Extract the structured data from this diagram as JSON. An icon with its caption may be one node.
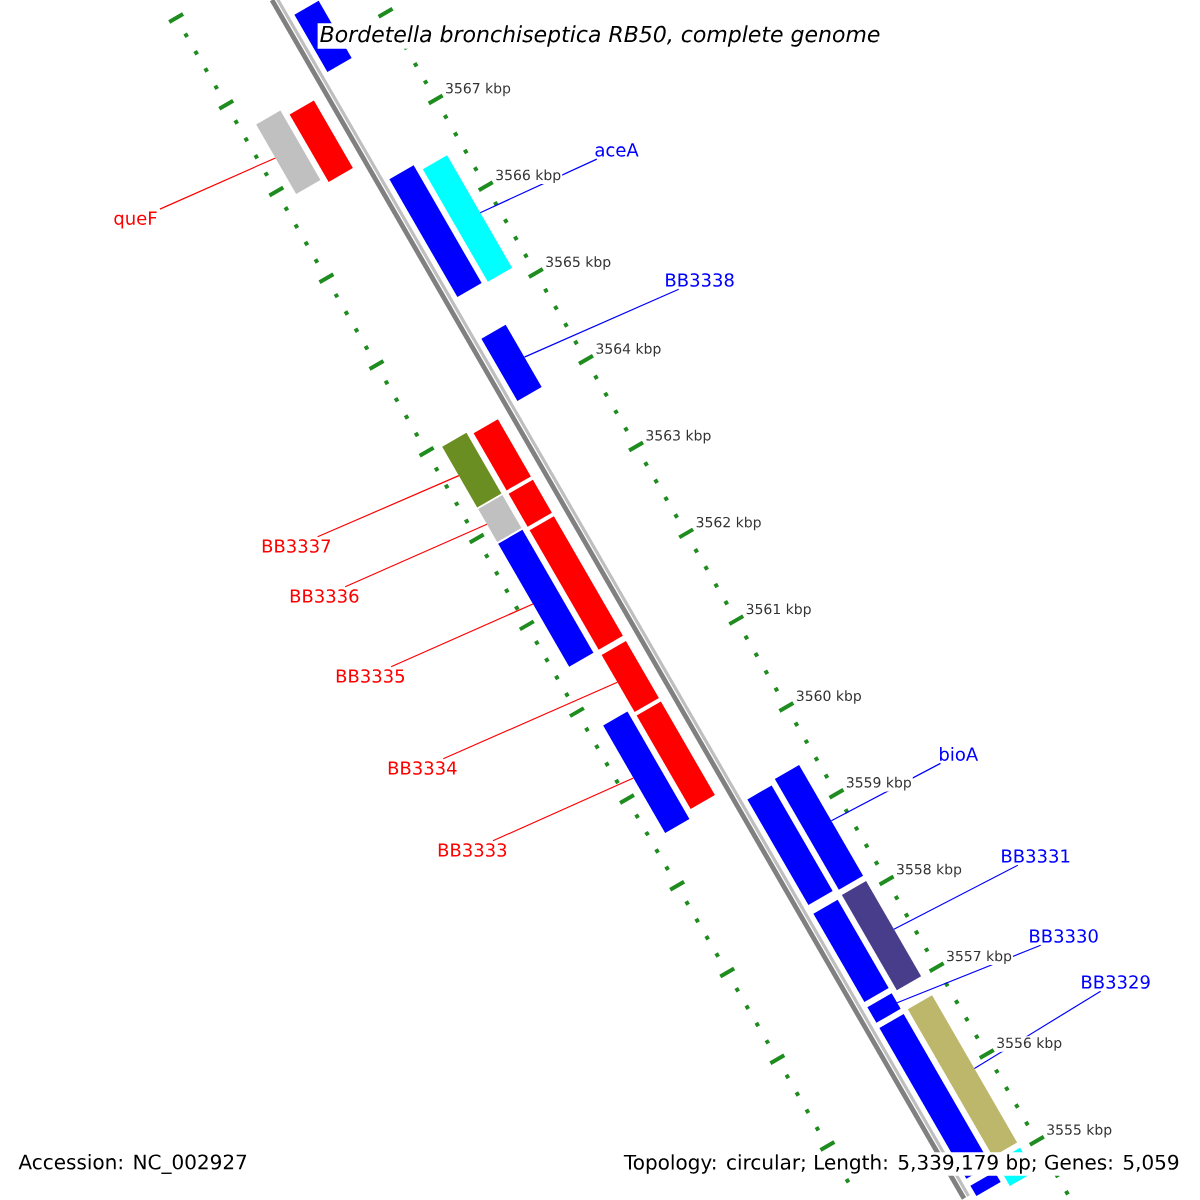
{
  "diagram": {
    "title": "Bordetella bronchiseptica RB50, complete genome",
    "nodes": [
      {
        "text": [
          "queF"
        ]
      },
      {
        "text": [],
        "shape": "bar"
      },
      {
        "text": [
          "aceA"
        ]
      },
      {
        "text": [],
        "shape": "bar"
      },
      {
        "text": [
          "BB3338"
        ]
      },
      {
        "text": [],
        "shape": "bar"
      },
      {
        "text": [
          "BB3337"
        ]
      },
      {
        "text": [],
        "shape": "bar"
      },
      {
        "text": [
          "BB3336"
        ]
      },
      {
        "text": [],
        "shape": "bar"
      },
      {
        "text": [
          "BB3335"
        ]
      },
      {
        "text": [],
        "shape": "bar"
      },
      {
        "text": [
          "BB3334"
        ]
      },
      {
        "text": [],
        "shape": "bar"
      },
      {
        "text": [
          "BB3333"
        ]
      },
      {
        "text": [],
        "shape": "bar"
      },
      {
        "text": [
          "bioA"
        ]
      },
      {
        "text": [],
        "shape": "bar"
      },
      {
        "text": [
          "BB3331"
        ]
      },
      {
        "text": [],
        "shape": "bar"
      },
      {
        "text": [
          "BB3330"
        ]
      },
      {
        "text": [],
        "shape": "bar"
      },
      {
        "text": [
          "BB3329"
        ]
      },
      {
        "text": [],
        "shape": "bar"
      },
      {
        "text": [],
        "shape": "bar"
      },
      {
        "text": [],
        "shape": "bar"
      },
      {
        "text": [],
        "shape": "bar"
      },
      {
        "text": [],
        "shape": "bar"
      },
      {
        "text": [],
        "shape": "bar"
      },
      {
        "text": [],
        "shape": "bar"
      },
      {
        "text": [],
        "shape": "bar"
      },
      {
        "text": [],
        "shape": "bar"
      },
      {
        "text": [],
        "shape": "bar"
      },
      {
        "text": [],
        "shape": "bar"
      },
      {
        "text": [],
        "shape": "bar"
      },
      {
        "text": [],
        "shape": "bar"
      }
    ],
    "edges": [
      {
        "from": 0,
        "to": 1,
        "arrow": "none",
        "color": "#ff0000"
      },
      {
        "from": 2,
        "to": 3,
        "arrow": "none",
        "color": "#0000ff"
      },
      {
        "from": 4,
        "to": 5,
        "arrow": "none",
        "color": "#0000ff"
      },
      {
        "from": 6,
        "to": 7,
        "arrow": "none",
        "color": "#ff0000"
      },
      {
        "from": 8,
        "to": 9,
        "arrow": "none",
        "color": "#ff0000"
      },
      {
        "from": 10,
        "to": 11,
        "arrow": "none",
        "color": "#ff0000"
      },
      {
        "from": 12,
        "to": 13,
        "arrow": "none",
        "color": "#ff0000"
      },
      {
        "from": 14,
        "to": 15,
        "arrow": "none",
        "color": "#ff0000"
      },
      {
        "from": 16,
        "to": 17,
        "arrow": "none",
        "color": "#0000ff"
      },
      {
        "from": 18,
        "to": 19,
        "arrow": "none",
        "color": "#0000ff"
      },
      {
        "from": 20,
        "to": 21,
        "arrow": "none",
        "color": "#0000ff"
      },
      {
        "from": 22,
        "to": 23,
        "arrow": "none",
        "color": "#0000ff"
      }
    ],
    "labels": [
      "3567 kbp",
      "3566 kbp",
      "3565 kbp",
      "3564 kbp",
      "3563 kbp",
      "3562 kbp",
      "3561 kbp",
      "3560 kbp",
      "3559 kbp",
      "3558 kbp",
      "3557 kbp",
      "3556 kbp",
      "3555 kbp",
      "Accession: NC_002927",
      "Topology: circular; Length: 5,339,179 bp; Genes: 5,059"
    ]
  }
}
